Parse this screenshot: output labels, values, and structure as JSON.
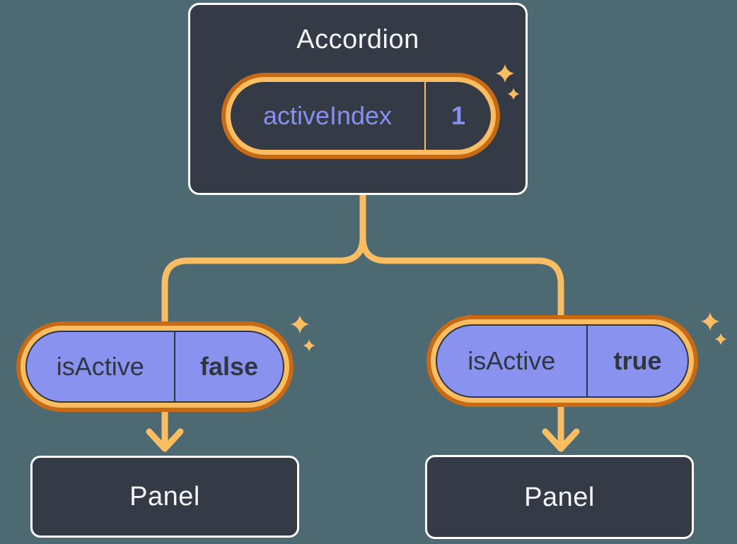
{
  "colors": {
    "background": "#4D6971",
    "node_fill": "#343A46",
    "node_border": "#FFFFFF",
    "pill_purple": "#8A92EF",
    "ring_outer_orange": "#C76A15",
    "ring_inner_orange": "#FABD62",
    "connector_orange": "#FABD62",
    "sparkle_orange": "#FABD62",
    "text_light": "#F5F6F8",
    "text_dark": "#2F3642",
    "text_purple": "#8790EF"
  },
  "accordion": {
    "title": "Accordion",
    "state": {
      "name": "activeIndex",
      "value": "1"
    }
  },
  "branches": {
    "left": {
      "prop": {
        "name": "isActive",
        "value": "false"
      },
      "panel": {
        "title": "Panel"
      }
    },
    "right": {
      "prop": {
        "name": "isActive",
        "value": "true"
      },
      "panel": {
        "title": "Panel"
      }
    }
  },
  "icons": {
    "sparkle": "4-point sparkle star",
    "arrow": "downward chevron arrow"
  }
}
